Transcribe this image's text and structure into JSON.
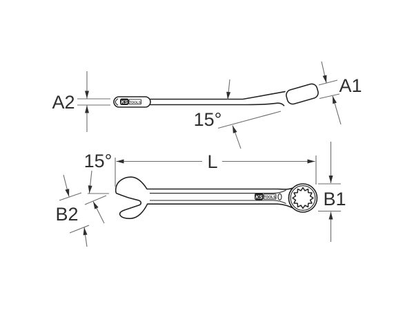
{
  "diagram": {
    "type": "technical-drawing",
    "subject": "combination-wrench-dimensions",
    "colors": {
      "background": "#ffffff",
      "outline": "#222222",
      "dimension_lines": "#6b6b6b",
      "labels": "#2f2f2f"
    },
    "side_view": {
      "label_a2": "A2",
      "label_a1": "A1",
      "label_angle": "15°",
      "logo": {
        "ks": "KS",
        "tools": "TOOLS"
      }
    },
    "top_view": {
      "label_length": "L",
      "label_b1": "B1",
      "label_b2": "B2",
      "label_angle": "15°",
      "logo": {
        "ks": "KS",
        "tools": "TOOLS"
      }
    }
  }
}
